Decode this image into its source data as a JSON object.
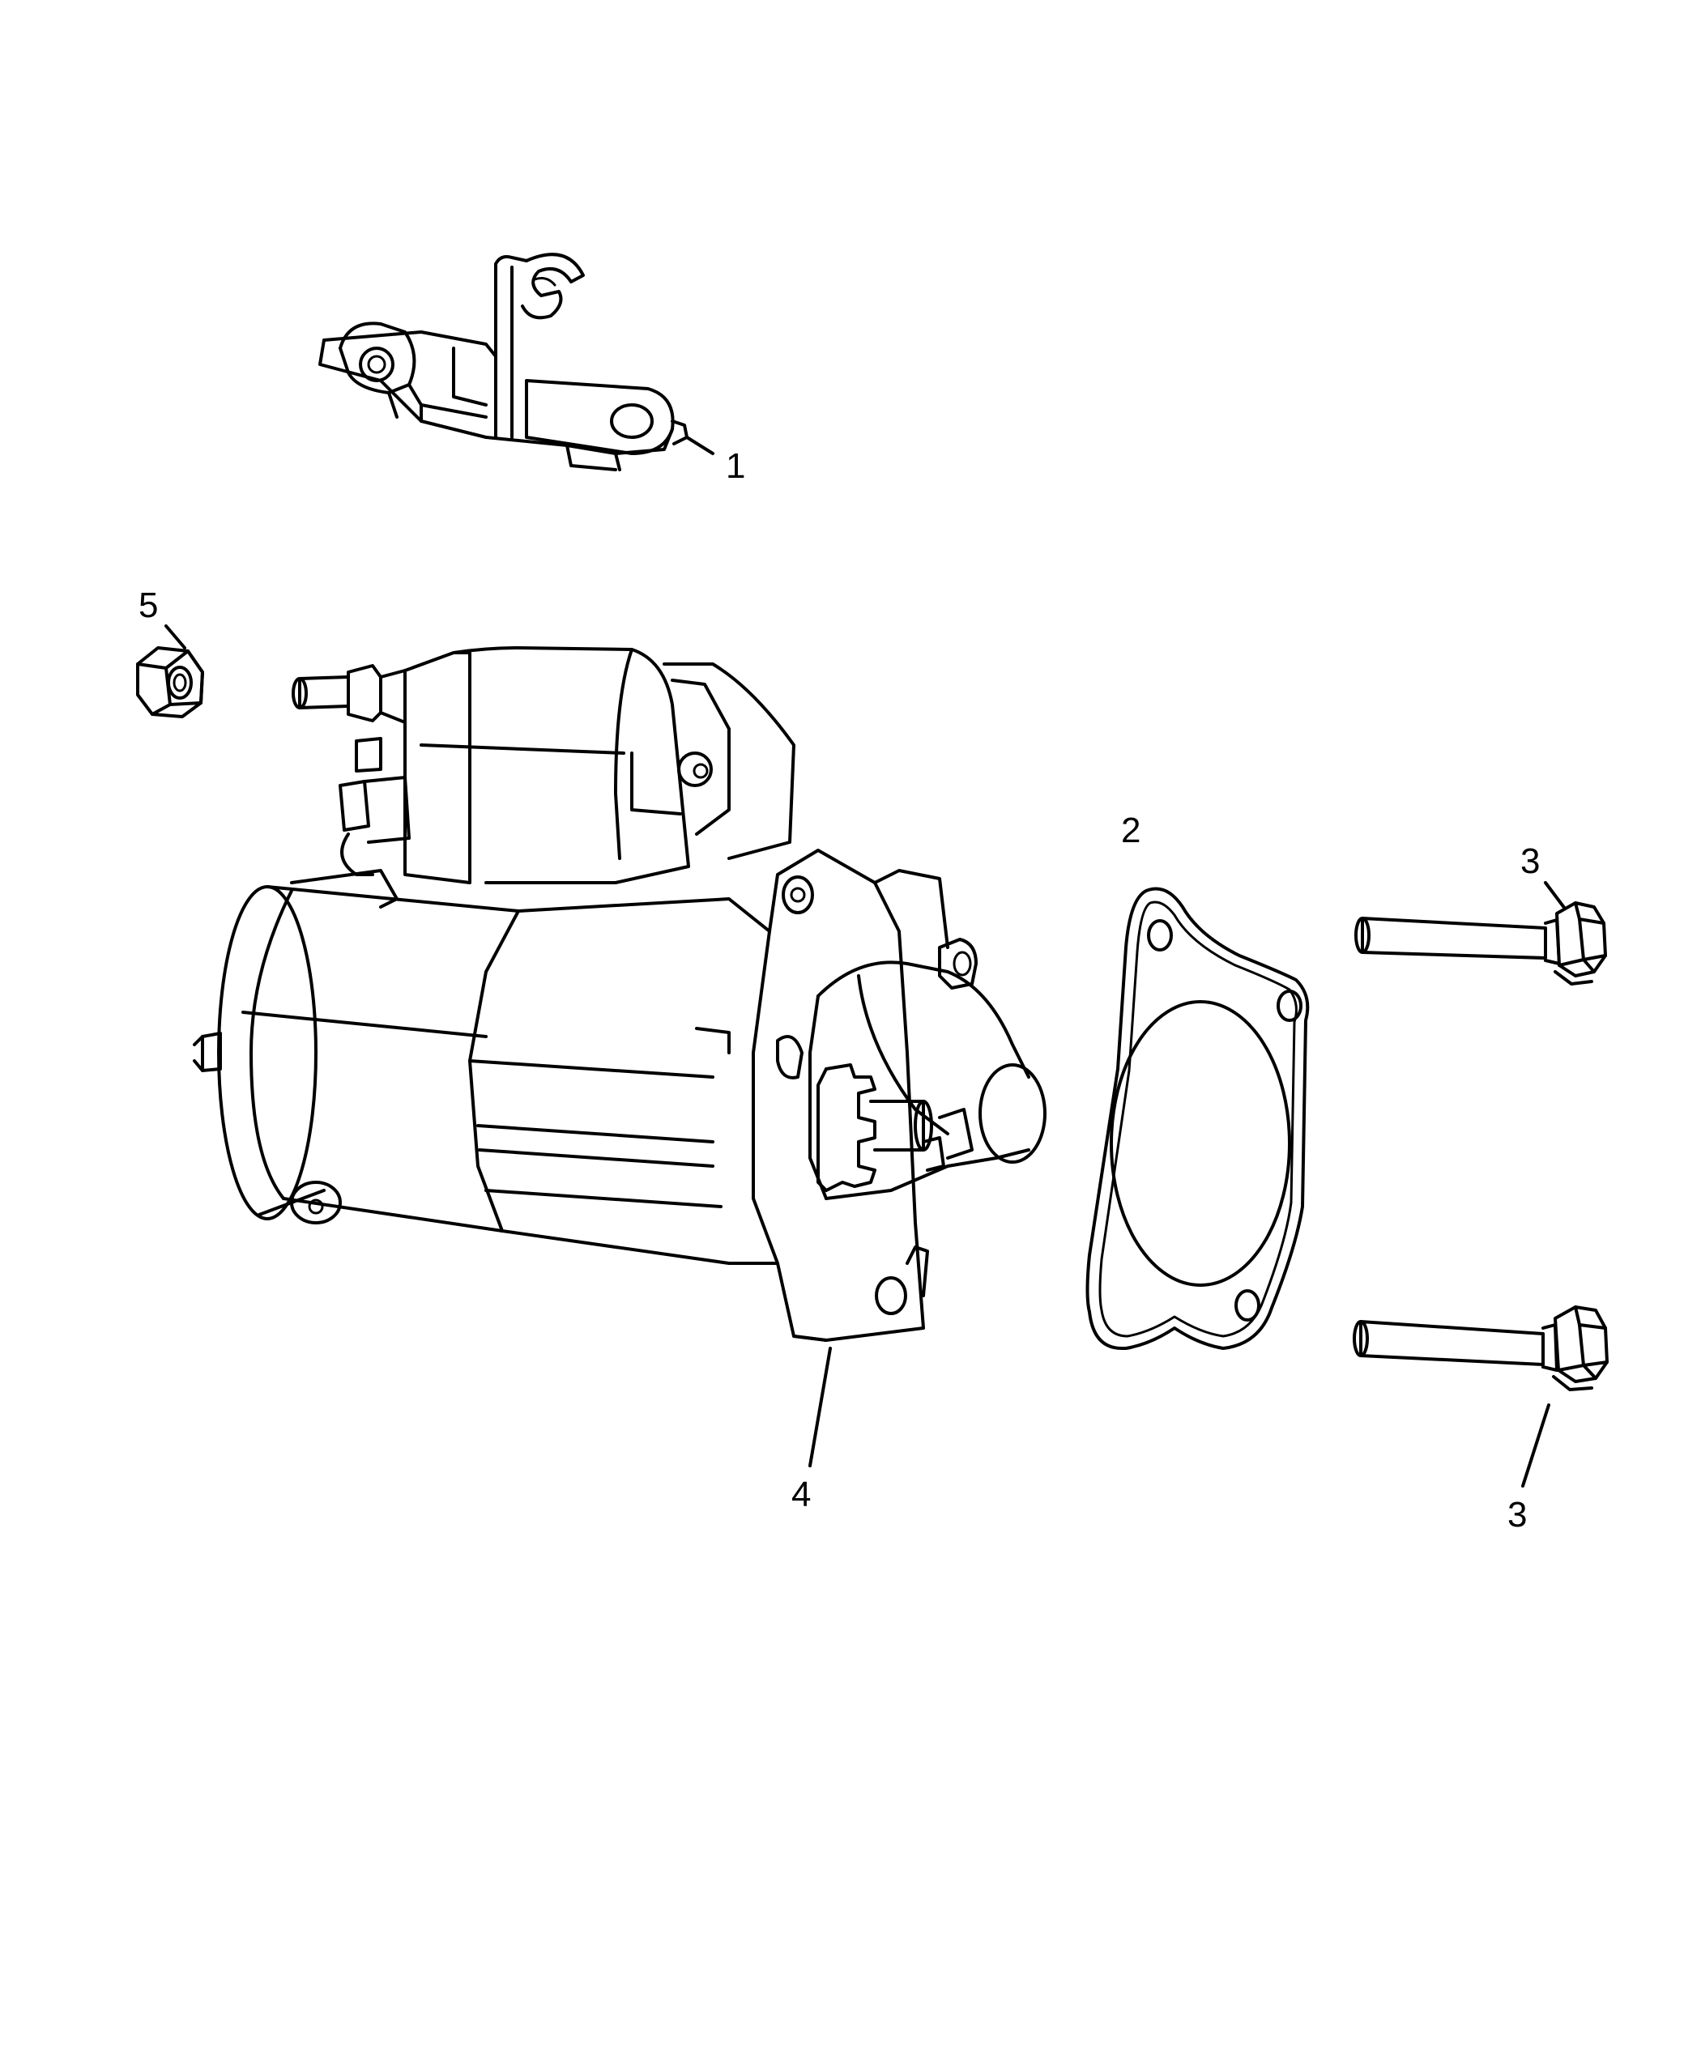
{
  "callouts": [
    {
      "id": "c1",
      "label": "1"
    },
    {
      "id": "c2",
      "label": "2"
    },
    {
      "id": "c3a",
      "label": "3"
    },
    {
      "id": "c3b",
      "label": "3"
    },
    {
      "id": "c4",
      "label": "4"
    },
    {
      "id": "c5",
      "label": "5"
    }
  ],
  "colors": {
    "line": "#000000",
    "background": "#ffffff"
  }
}
